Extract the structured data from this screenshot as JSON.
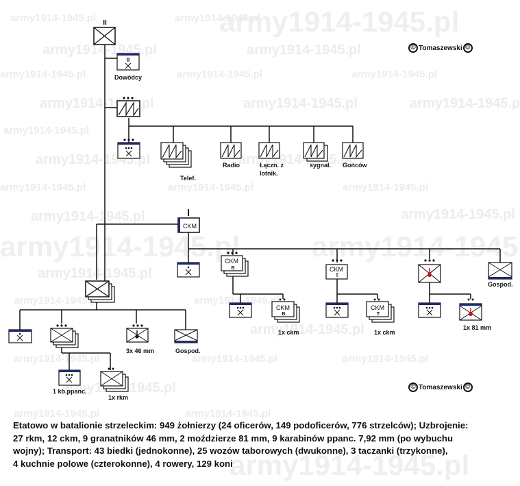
{
  "watermark": "army1914-1945.pl",
  "credit": {
    "symbol": "©",
    "name": "Tomaszewski"
  },
  "labels": {
    "dowodcy": "Dowódcy",
    "telef": "Telef.",
    "radio": "Radio",
    "laczn_line1": "Łączn. z",
    "laczn_line2": "lotnik.",
    "sygnal": "sygnał.",
    "goncow": "Gońców",
    "ckm": "CKM",
    "ckm_b": "B",
    "ckm_t": "T",
    "ckm_1x_b": "1x ckm",
    "ckm_1x_t": "1x ckm",
    "mortar_81": "1x 81 mm",
    "gospod_ckm": "Gospod.",
    "grenade_46": "3x 46 mm",
    "gospod_rifle": "Gospod.",
    "kb_ppanc": "1 kb.ppanc.",
    "rkm_1x": "1x rkm",
    "battalion_mark": "II",
    "company_mark": "I"
  },
  "summary": {
    "line1": "Etatowo w batalionie strzeleckim: 949 żołnierzy (24 oficerów, 149 podoficerów, 776 strzelców); Uzbrojenie:",
    "line2": "27 rkm, 12 ckm, 9 granatników 46 mm, 2 moździerze 81 mm, 9 karabinów ppanc. 7,92 mm (po wybuchu",
    "line3": "wojny); Transport: 43    biedki   (jednokonne), 25 wozów taborowych (dwukonne), 3 taczanki (trzykonne),",
    "line4": "4 kuchnie polowe (czterokonne), 4 rowery, 129 koni"
  },
  "colors": {
    "ink": "#111111",
    "navy": "#1f2a6b",
    "mortar_red": "#cc1111",
    "watermark": "#ececec"
  }
}
